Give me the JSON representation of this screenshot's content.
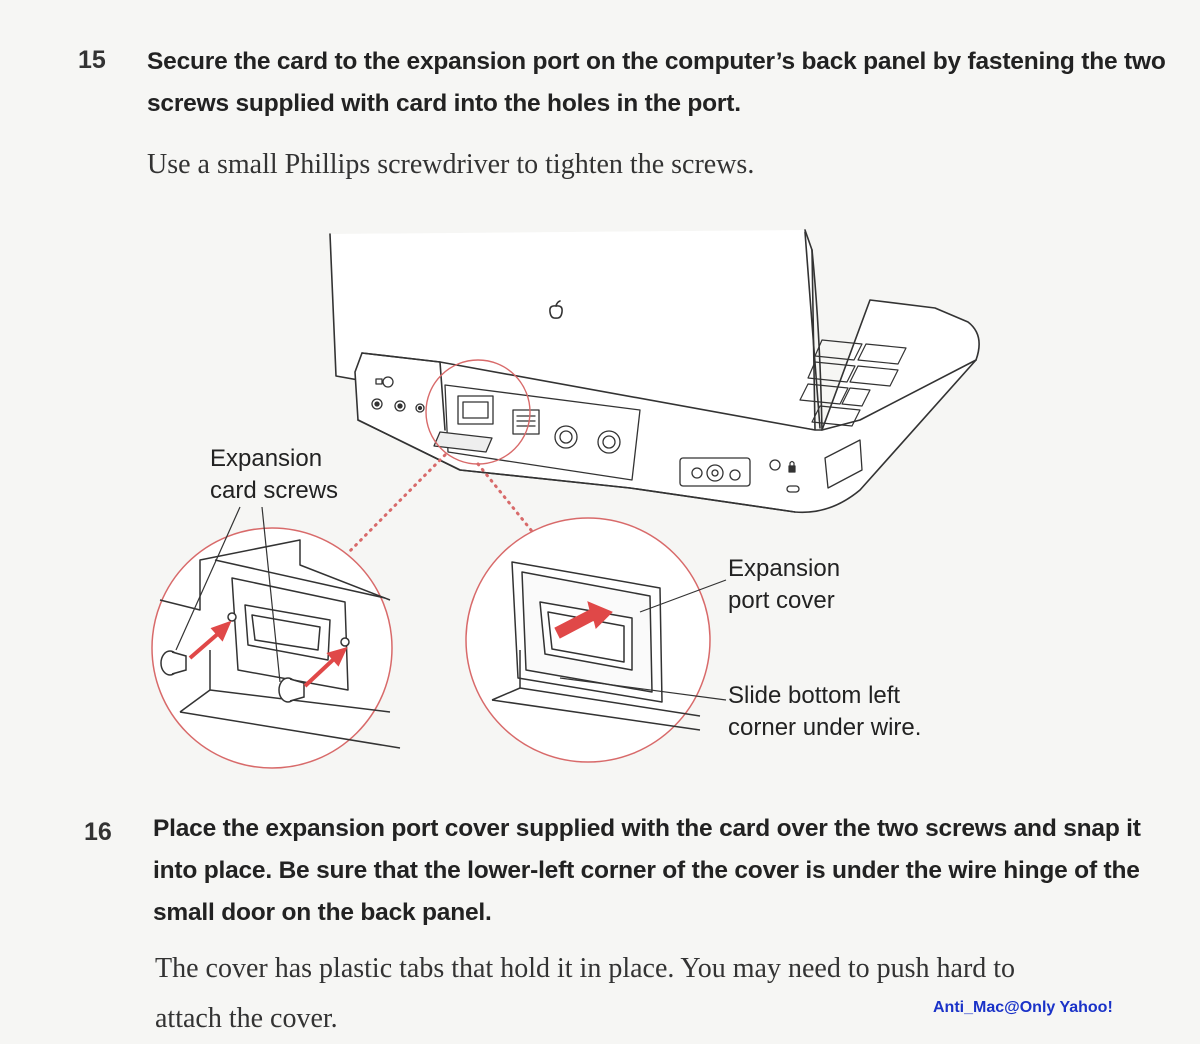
{
  "steps": [
    {
      "number": "15",
      "instruction_lines": [
        "Secure the card to the expansion port on the computer’s back panel by fastening the two",
        "screws supplied with card into the holes in the port."
      ],
      "note_lines": [
        "Use a small Phillips screwdriver to tighten the screws."
      ]
    },
    {
      "number": "16",
      "instruction_lines": [
        "Place the expansion port cover supplied with the card over the two screws and snap it",
        "into place. Be sure that the lower-left corner of the cover is under the wire hinge of the",
        "small door on the back panel."
      ],
      "note_lines": [
        "The cover has plastic tabs that hold it in place. You may need to push hard to",
        "attach the cover."
      ]
    }
  ],
  "illustration": {
    "callouts": {
      "screws": [
        "Expansion",
        "card screws"
      ],
      "cover": [
        "Expansion",
        "port cover"
      ],
      "corner": [
        "Slide bottom left",
        "corner under wire."
      ]
    },
    "colors": {
      "line": "#333333",
      "accent_red": "#e04848",
      "circle": "#d86a6a",
      "fill": "#ffffff"
    },
    "icons": [
      "apple-logo-icon",
      "lock-icon"
    ]
  },
  "watermark": "Anti_Mac@Only Yahoo!"
}
